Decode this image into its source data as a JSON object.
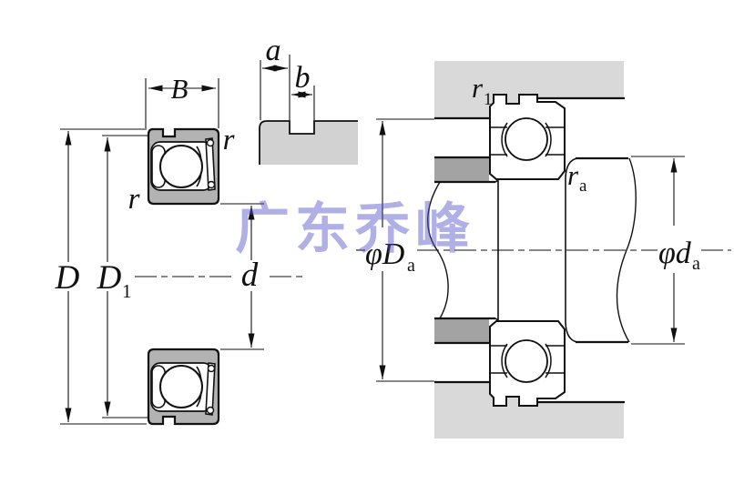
{
  "watermark": {
    "text": "广东乔峰",
    "color": "#5050c8"
  },
  "colors": {
    "bearing_fill": "#b3b3b3",
    "housing_fill": "#d9d9d9",
    "spacer_fill": "#a3a3a3",
    "detail_fill": "#d2d2d2",
    "line": "#111111"
  },
  "front_view": {
    "dim_B": "B",
    "dim_D": "D",
    "dim_D1_base": "D",
    "dim_D1_sub": "1",
    "dim_d": "d",
    "r_upper": "r",
    "r_lower": "r"
  },
  "groove_detail": {
    "dim_a": "a",
    "dim_b": "b"
  },
  "mounting_view": {
    "r1_base": "r",
    "r1_sub": "1",
    "ra_base": "r",
    "ra_sub": "a",
    "Da_base": "φD",
    "Da_sub": "a",
    "da_base": "φd",
    "da_sub": "a"
  }
}
